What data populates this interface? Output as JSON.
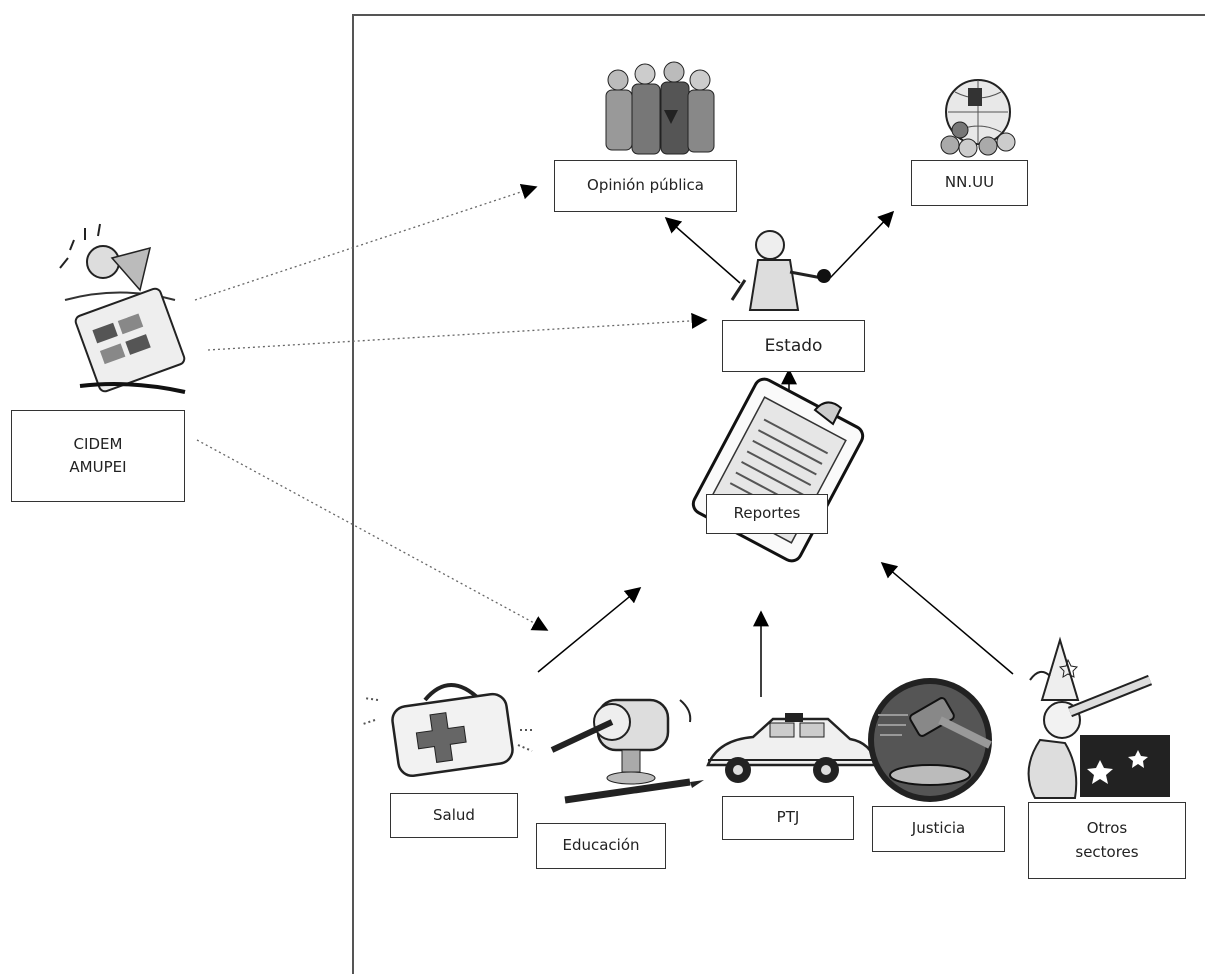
{
  "nodes": {
    "cidem": "CIDEM\nAMUPEI",
    "opinion": "Opinión pública",
    "nnuu": "NN.UU",
    "estado": "Estado",
    "reportes": "Reportes",
    "salud": "Salud",
    "educacion": "Educación",
    "ptj": "PTJ",
    "justicia": "Justicia",
    "otros": "Otros\nsectores"
  },
  "icons": {
    "cidem": "person-with-calculator-icon",
    "opinion": "crowd-icon",
    "nnuu": "globe-group-icon",
    "estado": "speaker-person-icon",
    "reportes": "clipboard-icon",
    "salud": "medical-bag-icon",
    "educacion": "pencil-sharpener-icon",
    "ptj": "police-car-icon",
    "justicia": "gavel-icon",
    "otros": "wizard-telescope-icon"
  }
}
